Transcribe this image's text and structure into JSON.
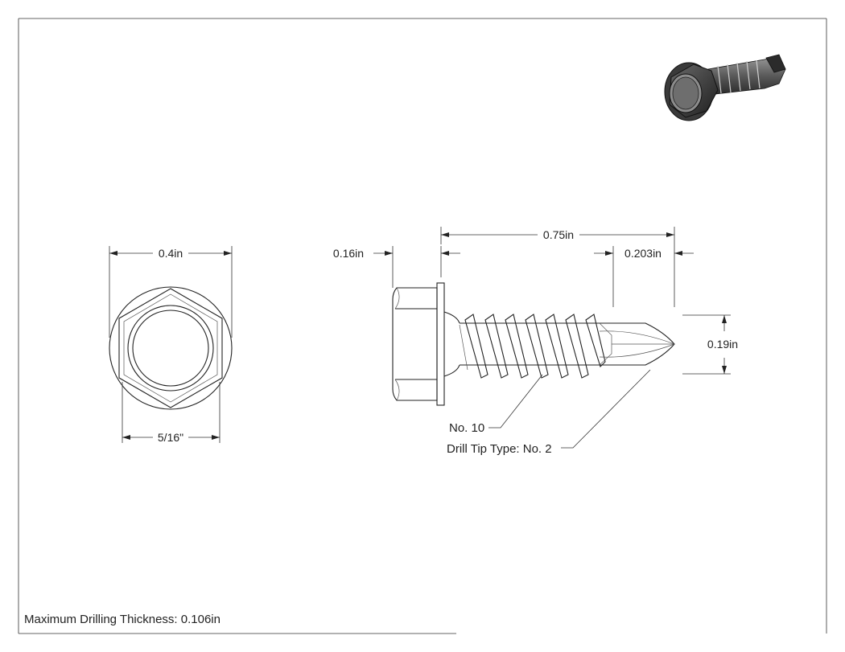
{
  "drawing": {
    "front_view": {
      "flange_diameter_label": "0.4in",
      "hex_size_label": "5/16\""
    },
    "side_view": {
      "head_height_label": "0.16in",
      "length_label": "0.75in",
      "drill_tip_length_label": "0.203in",
      "thread_diameter_label": "0.19in"
    },
    "callouts": {
      "screw_size": "No. 10",
      "drill_tip": "Drill Tip Type: No. 2"
    },
    "title_block": {
      "max_drilling_thickness": "Maximum Drilling Thickness: 0.106in"
    }
  }
}
